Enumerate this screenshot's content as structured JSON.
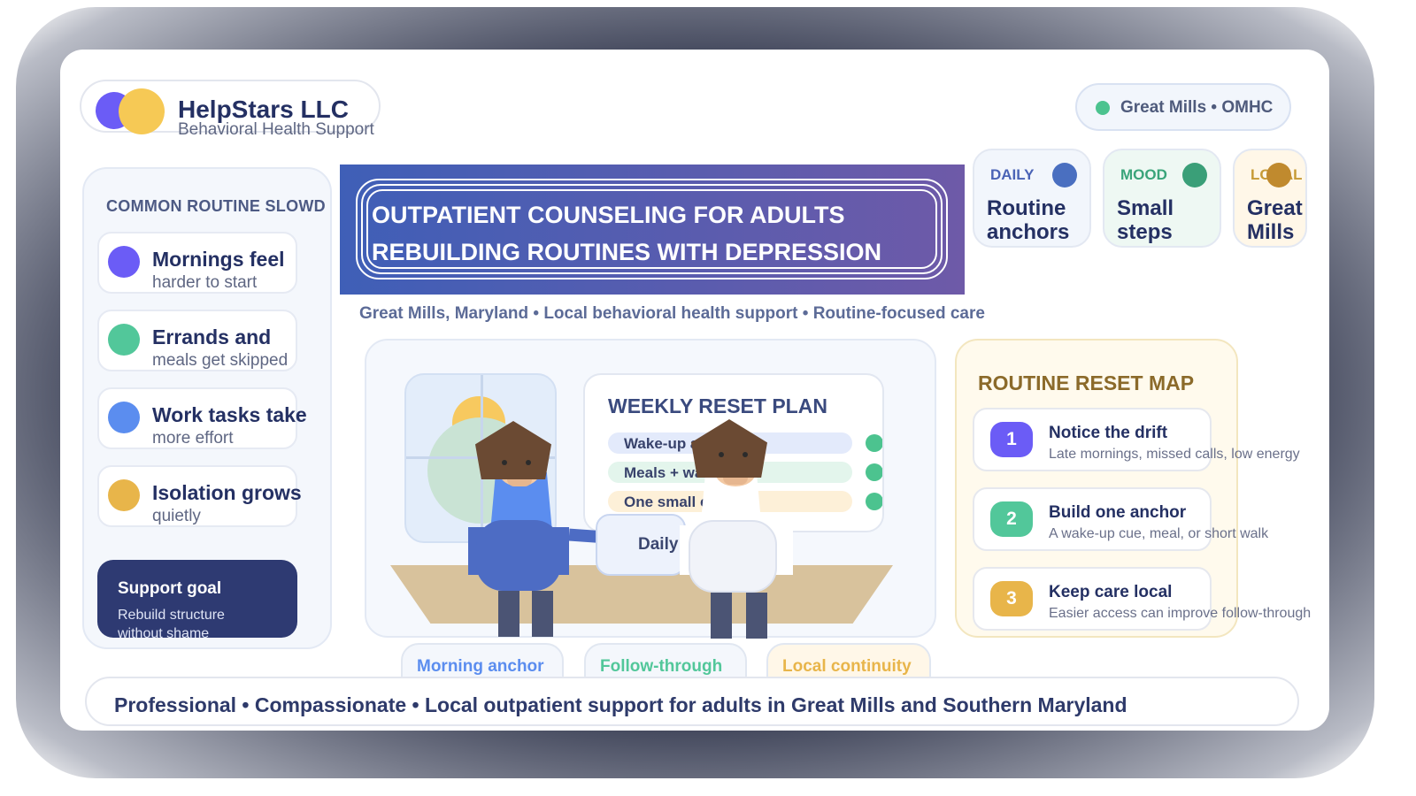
{
  "brand": {
    "name": "HelpStars LLC",
    "tagline": "Behavioral Health Support"
  },
  "location_badge": {
    "text": "Great Mills • OMHC",
    "dot_color": "#4cc38f"
  },
  "slowdowns": {
    "heading": "COMMON ROUTINE SLOWD",
    "items": [
      {
        "title": "Mornings feel",
        "sub": "harder to start",
        "color": "#6b5cf6"
      },
      {
        "title": "Errands and",
        "sub": "meals get skipped",
        "color": "#52c79a"
      },
      {
        "title": "Work tasks take",
        "sub": "more effort",
        "color": "#5b8def"
      },
      {
        "title": "Isolation grows",
        "sub": "quietly",
        "color": "#e8b54a"
      }
    ],
    "goal": {
      "title": "Support goal",
      "sub": "Rebuild structure without shame"
    }
  },
  "headline": {
    "line1": "OUTPATIENT COUNSELING FOR ADULTS",
    "line2": "REBUILDING ROUTINES WITH DEPRESSION",
    "subline": "Great Mills, Maryland • Local behavioral health support • Routine-focused care"
  },
  "badges": [
    {
      "tag": "DAILY",
      "line1": "Routine",
      "line2": "anchors",
      "tag_color": "#4a63b6",
      "dot_color": "#4a6fc0",
      "bg": "#f2f6fc"
    },
    {
      "tag": "MOOD",
      "line1": "Small",
      "line2": "steps",
      "tag_color": "#3aa47a",
      "dot_color": "#3a9f78",
      "bg": "#eef8f3"
    },
    {
      "tag": "LOCAL",
      "line1": "Great",
      "line2": "Mills",
      "tag_color": "#c69a35",
      "dot_color": "#c08a2e",
      "bg": "#fff7e8"
    }
  ],
  "plan": {
    "title": "WEEKLY RESET PLAN",
    "rows": [
      {
        "label": "Wake-up a",
        "bg": "#e3eafb"
      },
      {
        "label": "Meals + wa",
        "bg": "#e3f5ec"
      },
      {
        "label": "One small e",
        "bg": "#fdf0d8"
      }
    ],
    "bubble": "Daily p"
  },
  "bottom_tags": [
    {
      "label": "Morning anchor",
      "color": "#5b8def"
    },
    {
      "label": "Follow-through",
      "color": "#52c79a"
    },
    {
      "label": "Local continuity",
      "color": "#e8b54a"
    }
  ],
  "map": {
    "title": "ROUTINE RESET MAP",
    "steps": [
      {
        "num": "1",
        "title": "Notice the drift",
        "sub": "Late mornings, missed calls, low energy",
        "color": "#6b5cf6"
      },
      {
        "num": "2",
        "title": "Build one anchor",
        "sub": "A wake-up cue, meal, or short walk",
        "color": "#52c79a"
      },
      {
        "num": "3",
        "title": "Keep care local",
        "sub": "Easier access can improve follow-through",
        "color": "#e8b54a"
      }
    ]
  },
  "footer": "Professional • Compassionate • Local outpatient support for adults in Great Mills and Southern Maryland"
}
